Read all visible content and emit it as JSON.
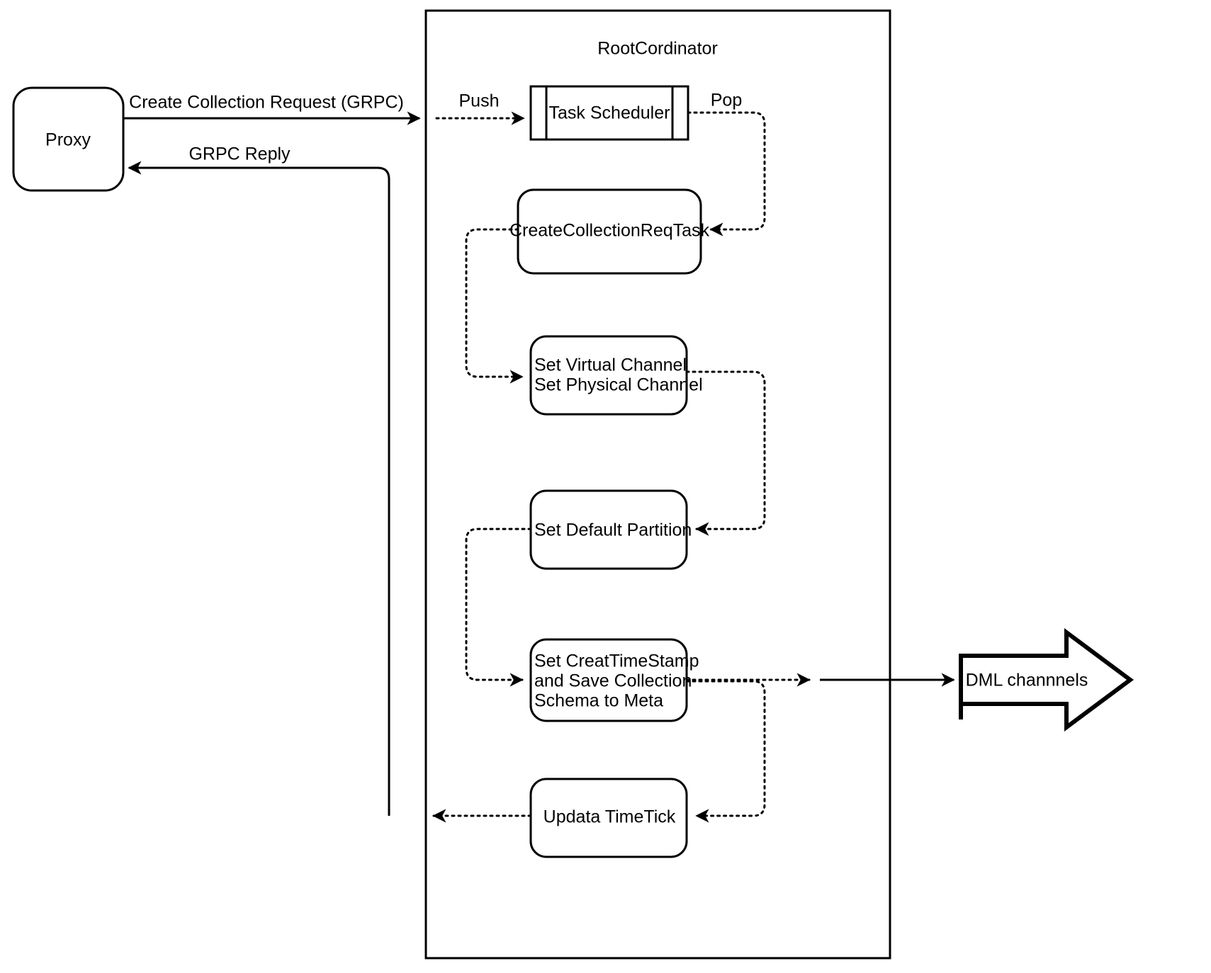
{
  "diagram": {
    "container": {
      "label": "RootCordinator",
      "name": "root-cordinator-container"
    },
    "nodes": [
      {
        "id": "proxy",
        "label": "Proxy",
        "shape": "rounded-rect",
        "lines": [
          "Proxy"
        ]
      },
      {
        "id": "task-scheduler",
        "label": "Task Scheduler",
        "shape": "process",
        "lines": [
          "Task Scheduler"
        ]
      },
      {
        "id": "create-collection-req-task",
        "label": "CreateCollectionReqTask",
        "shape": "rounded-rect",
        "lines": [
          "CreateCollectionReqTask"
        ]
      },
      {
        "id": "set-channels",
        "label": "Set Virtual Channel Set Physical Channel",
        "shape": "rounded-rect",
        "lines": [
          "Set Virtual Channel",
          "Set Physical Channel"
        ]
      },
      {
        "id": "set-default-partition",
        "label": "Set Default Partition",
        "shape": "rounded-rect",
        "lines": [
          "Set Default Partition"
        ]
      },
      {
        "id": "set-timestamp-save-meta",
        "label": "Set CreatTimeStamp and Save Collection Schema to Meta",
        "shape": "rounded-rect",
        "lines": [
          "Set CreatTimeStamp",
          "and Save Collection",
          "Schema to Meta"
        ]
      },
      {
        "id": "updata-timetick",
        "label": "Updata TimeTick",
        "shape": "rounded-rect",
        "lines": [
          "Updata TimeTick"
        ]
      },
      {
        "id": "dml-channels",
        "label": "DML channnels",
        "shape": "block-arrow",
        "lines": [
          "DML channnels"
        ]
      }
    ],
    "edges": [
      {
        "id": "proxy-to-rc",
        "label": "Create Collection Request (GRPC)",
        "style": "solid"
      },
      {
        "id": "rc-to-proxy",
        "label": "GRPC Reply",
        "style": "solid"
      },
      {
        "id": "push-to-scheduler",
        "label": "Push",
        "style": "dotted"
      },
      {
        "id": "pop-to-task",
        "label": "Pop",
        "style": "dotted"
      },
      {
        "id": "task-to-channels",
        "label": "",
        "style": "dotted"
      },
      {
        "id": "channels-to-partition",
        "label": "",
        "style": "dotted"
      },
      {
        "id": "partition-to-timestamp",
        "label": "",
        "style": "dotted"
      },
      {
        "id": "timestamp-to-dml",
        "label": "",
        "style": "dotted"
      },
      {
        "id": "timestamp-to-timetick",
        "label": "",
        "style": "dotted"
      },
      {
        "id": "timetick-to-reply",
        "label": "",
        "style": "dotted"
      }
    ],
    "colors": {
      "stroke": "#000000",
      "fill": "#ffffff",
      "text": "#000000"
    }
  }
}
